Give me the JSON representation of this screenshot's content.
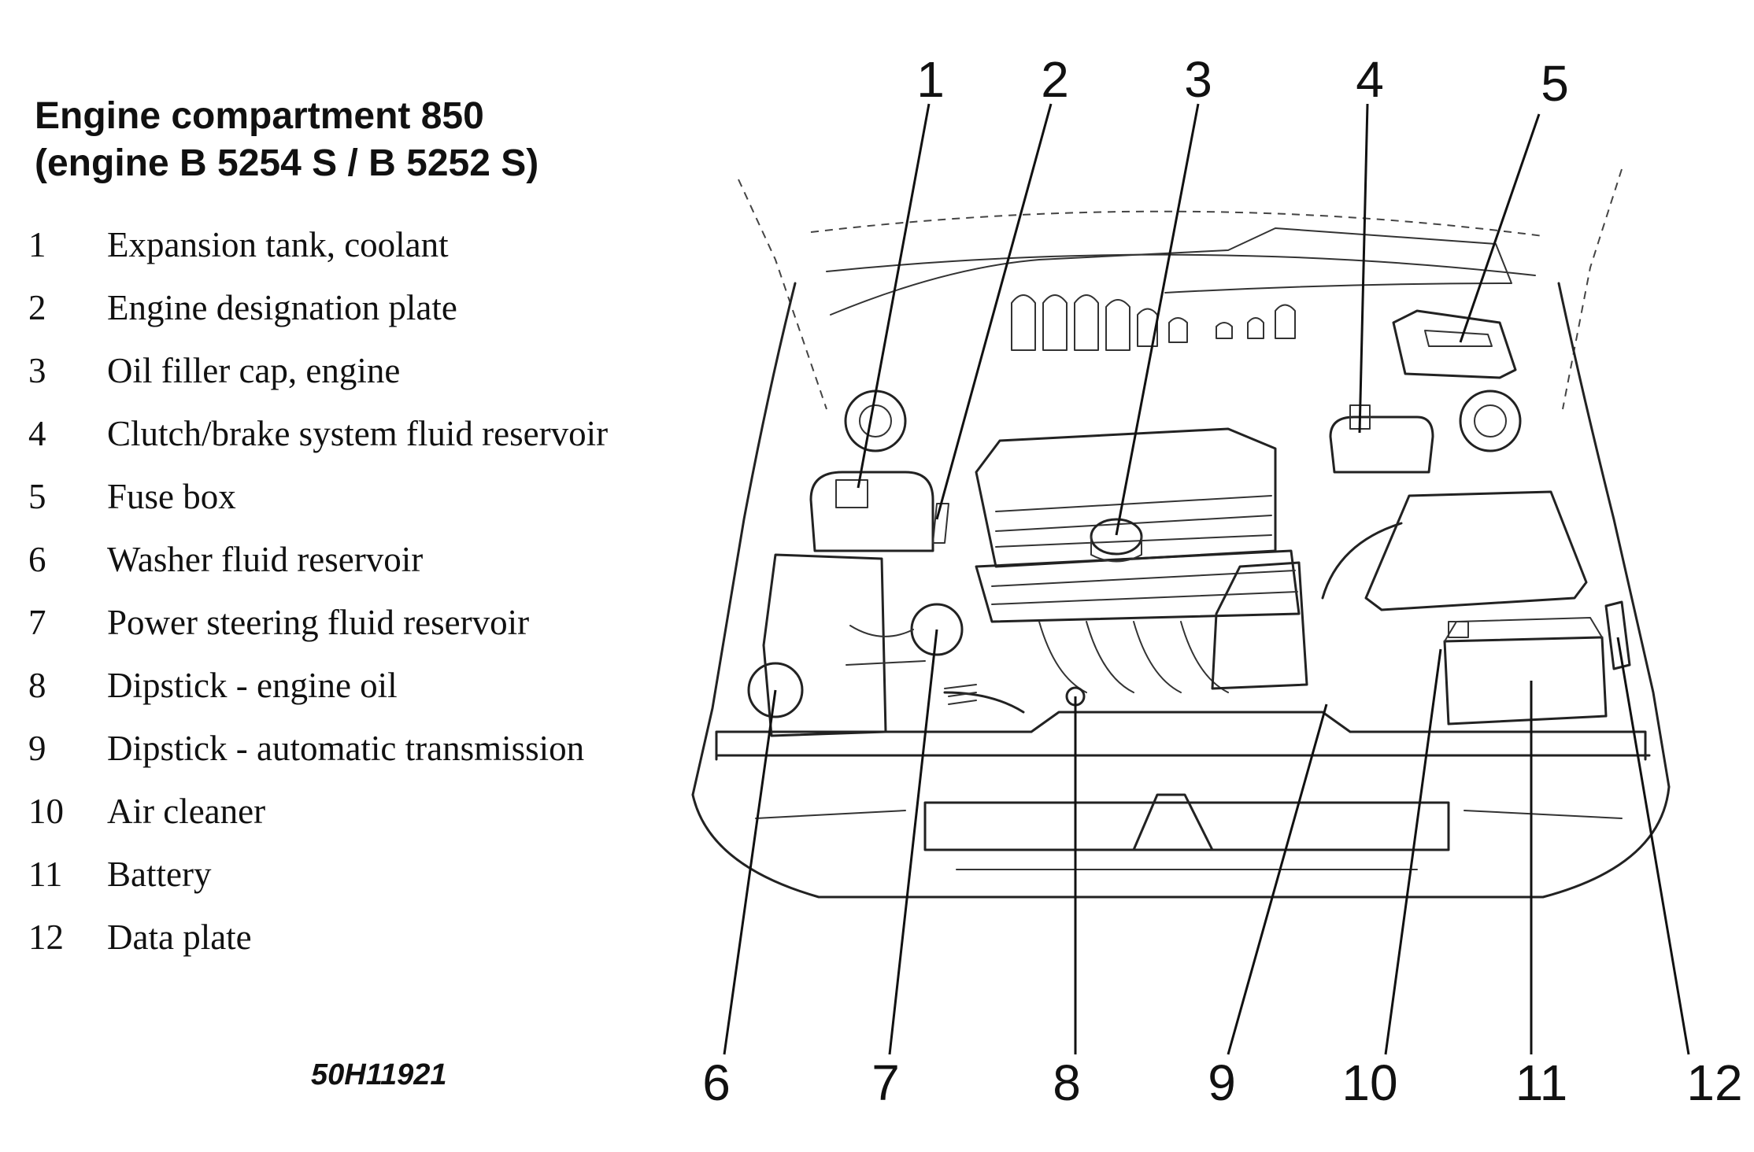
{
  "title": {
    "line1": "Engine compartment 850",
    "line2": "(engine B 5254 S / B 5252 S)"
  },
  "legend": [
    {
      "num": "1",
      "text": "Expansion tank, coolant"
    },
    {
      "num": "2",
      "text": "Engine designation plate"
    },
    {
      "num": "3",
      "text": "Oil filler cap, engine"
    },
    {
      "num": "4",
      "text": "Clutch/brake system fluid reservoir"
    },
    {
      "num": "5",
      "text": "Fuse box"
    },
    {
      "num": "6",
      "text": "Washer fluid reservoir"
    },
    {
      "num": "7",
      "text": "Power steering fluid reservoir"
    },
    {
      "num": "8",
      "text": "Dipstick - engine oil"
    },
    {
      "num": "9",
      "text": "Dipstick - automatic transmission"
    },
    {
      "num": "10",
      "text": "Air cleaner"
    },
    {
      "num": "11",
      "text": "Battery"
    },
    {
      "num": "12",
      "text": "Data plate"
    }
  ],
  "figure_code": "50H11921",
  "callouts": {
    "c1": "1",
    "c2": "2",
    "c3": "3",
    "c4": "4",
    "c5": "5",
    "c6": "6",
    "c7": "7",
    "c8": "8",
    "c9": "9",
    "c10": "10",
    "c11": "11",
    "c12": "12"
  }
}
